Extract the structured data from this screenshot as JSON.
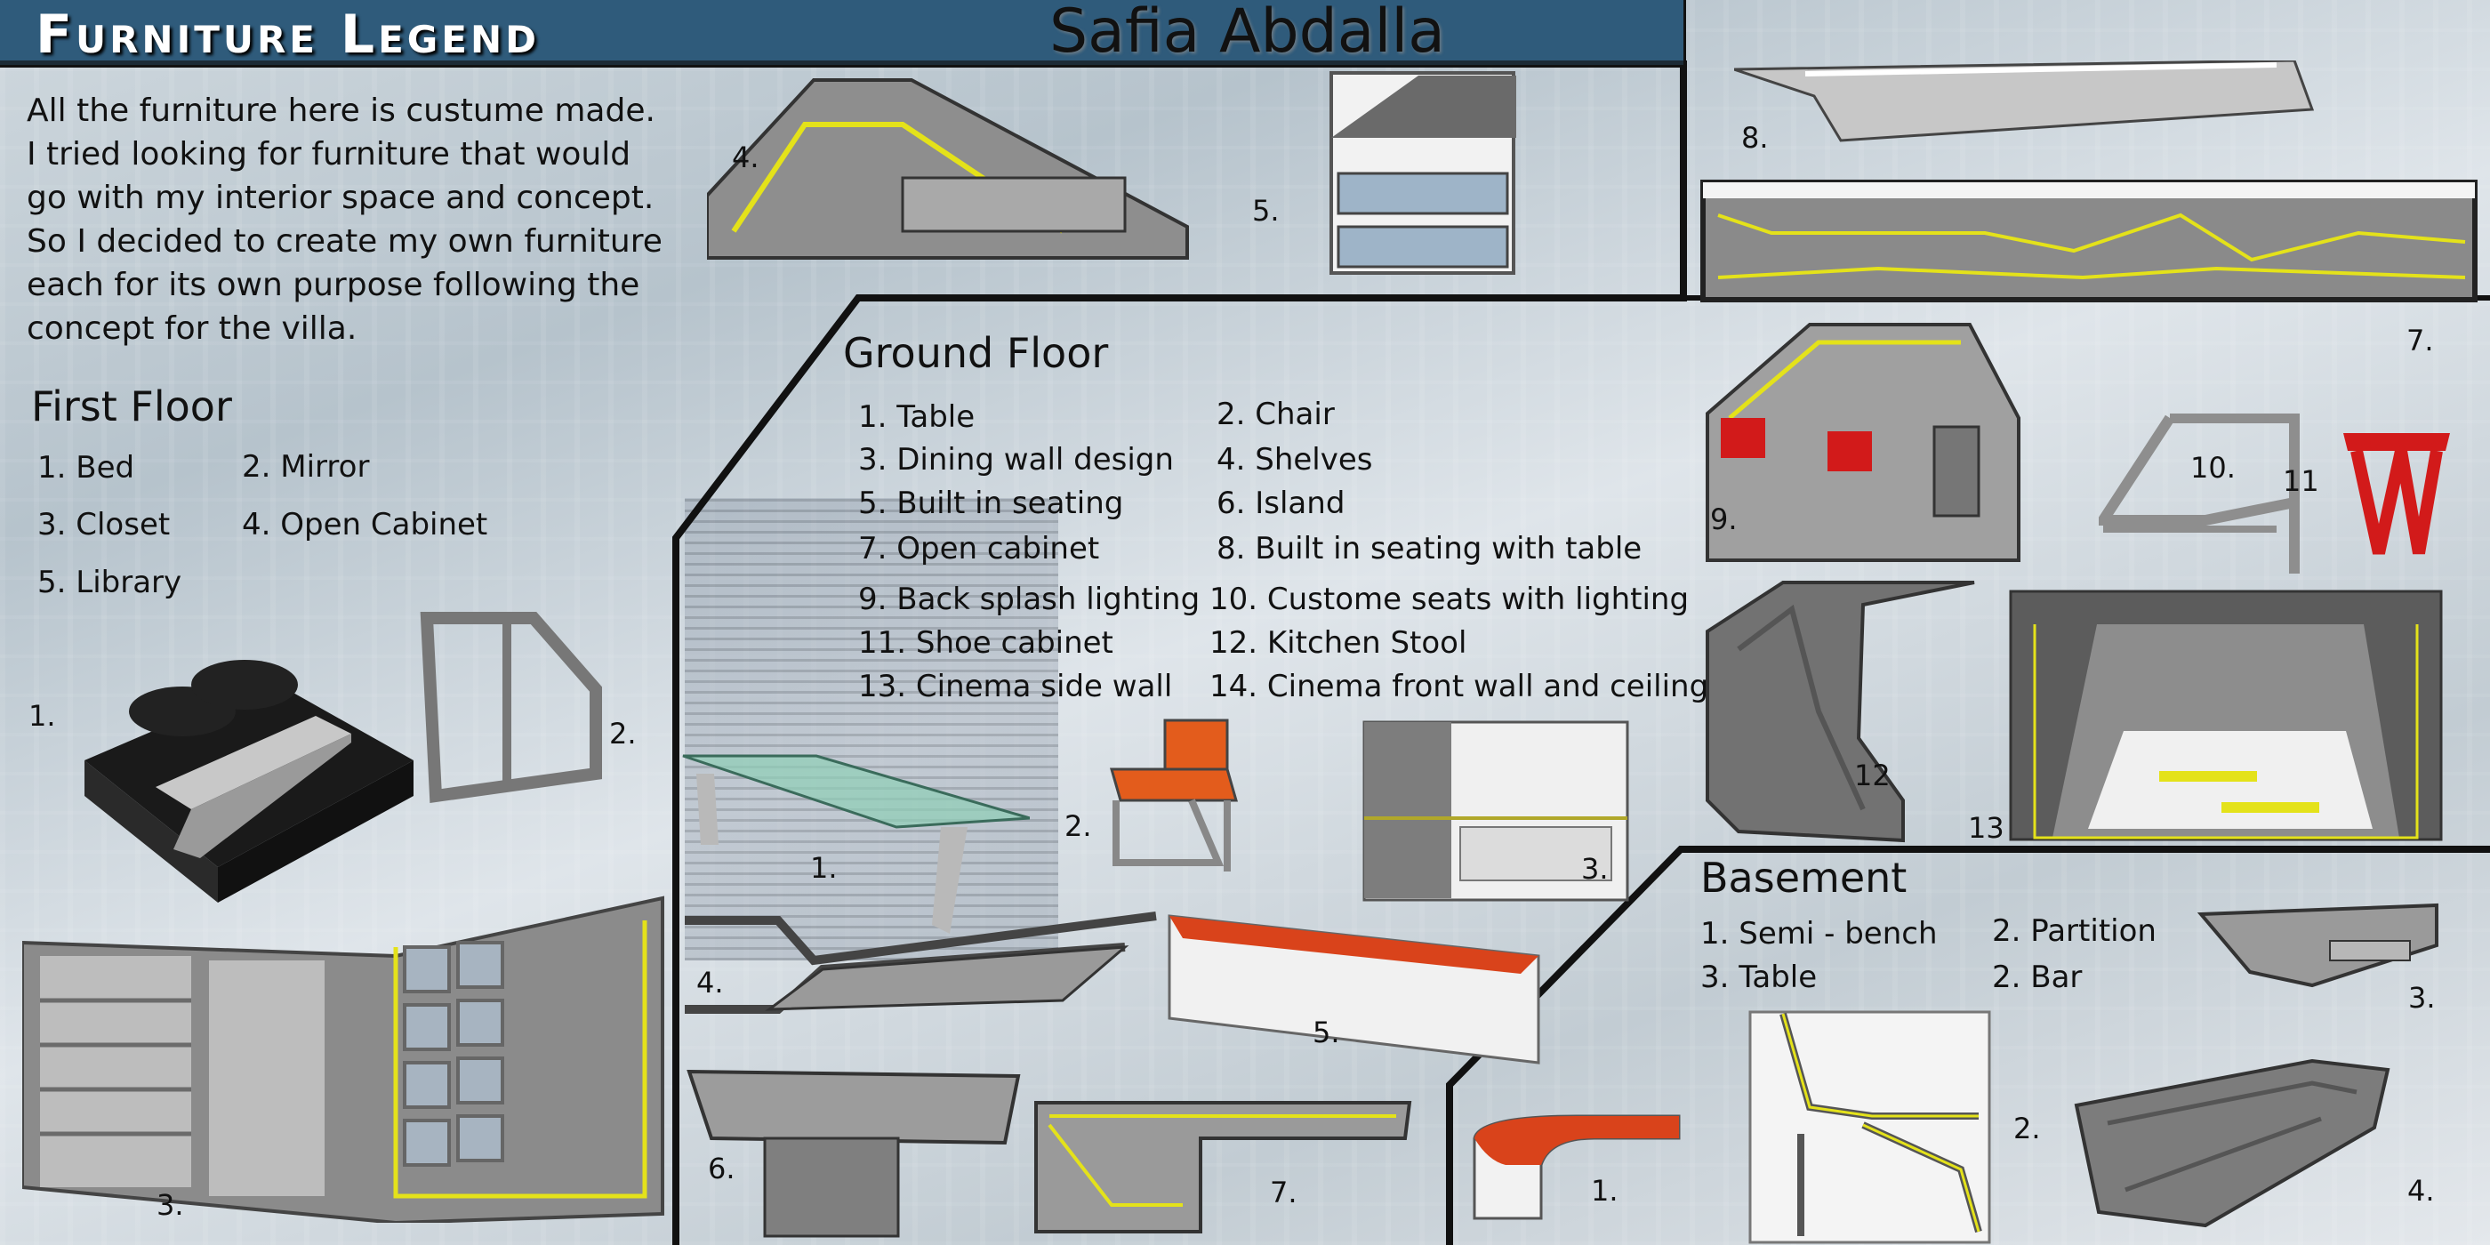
{
  "header": {
    "title": "Furniture Legend",
    "author": "Safia Abdalla"
  },
  "intro": [
    "All the furniture here is custume made.",
    "I tried looking for furniture that would",
    "go with my interior space and concept.",
    "So I decided to create my own furniture",
    "each for its own purpose following the",
    "concept for the villa."
  ],
  "first_floor": {
    "title": "First Floor",
    "items": [
      "1. Bed",
      "2. Mirror",
      "3. Closet",
      "4. Open Cabinet",
      "5. Library"
    ]
  },
  "ground_floor": {
    "title": "Ground Floor",
    "items": [
      "1. Table",
      "2. Chair",
      "3. Dining wall design",
      "4. Shelves",
      "5. Built in seating",
      "6. Island",
      "7. Open cabinet",
      "8. Built in seating with table",
      "9. Back splash lighting",
      "10. Custome seats with lighting",
      "11. Shoe cabinet",
      "12. Kitchen Stool",
      "13. Cinema side wall",
      "14. Cinema front wall and ceiling"
    ]
  },
  "basement": {
    "title": "Basement",
    "items": [
      "1. Semi - bench",
      "2. Partition",
      "3. Table",
      "2. Bar"
    ]
  },
  "image_labels": {
    "ff_bed": "1.",
    "ff_mirror": "2.",
    "ff_closet": "3.",
    "ff_cabinet": "4.",
    "ff_library": "5.",
    "gf_table": "1.",
    "gf_chair": "2.",
    "gf_dining_wall": "3.",
    "gf_shelves": "4.",
    "gf_seating": "5.",
    "gf_island": "6.",
    "gf_open_cabinet": "7.",
    "gf_built_in_table": "8.",
    "gf_backsplash": "7.",
    "gf_custom_seats": "9.",
    "gf_shoe_cabinet": "10.",
    "gf_stool": "11",
    "gf_cinema_side": "12",
    "gf_cinema_front": "13",
    "b_bench": "1.",
    "b_partition": "2.",
    "b_table": "3.",
    "b_bar": "4."
  },
  "colors": {
    "banner": "#2f5b7b",
    "accent_yellow": "#e4e21a",
    "accent_red": "#d21a1a",
    "accent_orange": "#e8521a"
  }
}
